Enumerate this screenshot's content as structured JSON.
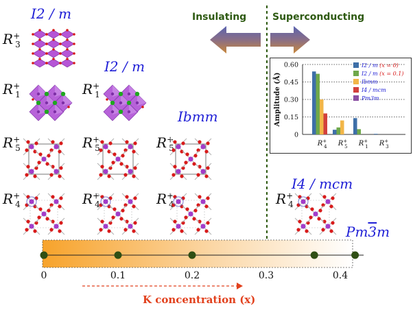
{
  "phases": {
    "i2m": "I2 / m",
    "ibmm": "Ibmm",
    "i4mcm": "I4 / mcm",
    "pm3m_prefix": "Pm",
    "pm3m_bar": "3",
    "pm3m_suffix": "m"
  },
  "irreps": {
    "r3": {
      "base": "R",
      "sup": "+",
      "sub": "3"
    },
    "r1": {
      "base": "R",
      "sup": "+",
      "sub": "1"
    },
    "r5": {
      "base": "R",
      "sup": "+",
      "sub": "5"
    },
    "r4": {
      "base": "R",
      "sup": "+",
      "sub": "4"
    }
  },
  "regions": {
    "insulating": "Insulating",
    "superconducting": "Superconducting"
  },
  "axis": {
    "title": "K concentration (x)",
    "ticks": [
      "0",
      "0.1",
      "0.2",
      "0.3",
      "0.4"
    ],
    "points": [
      0,
      0.1,
      0.2,
      0.365,
      0.42
    ],
    "boundary": 0.3
  },
  "colors": {
    "phase_label": "#1f1fd6",
    "region_label": "#2e5a12",
    "axis_title": "#e2411d",
    "gradient_start": "#f7a32b",
    "octahedron": "#a23cc9",
    "oxygen": "#d81b1b",
    "potassium_site": "#1fa81f",
    "point_fill": "#2f4f14"
  },
  "chart_data": {
    "type": "bar",
    "ylabel": "Amplitude (Å)",
    "ylim": [
      0,
      0.6
    ],
    "yticks": [
      "0",
      "0.15",
      "0.30",
      "0.45",
      "0.60"
    ],
    "categories": [
      "R4+",
      "R5+",
      "R1+",
      "R3+"
    ],
    "category_labels": [
      {
        "base": "R",
        "sup": "+",
        "sub": "4"
      },
      {
        "base": "R",
        "sup": "+",
        "sub": "5"
      },
      {
        "base": "R",
        "sup": "+",
        "sub": "1"
      },
      {
        "base": "R",
        "sup": "+",
        "sub": "3"
      }
    ],
    "series": [
      {
        "name": "I2 / m (x = 0)",
        "name_main": "I2 / m ",
        "name_x": "(x = 0)",
        "color": "#3e6fa8",
        "values": [
          0.54,
          0.04,
          0.14,
          0.005
        ]
      },
      {
        "name": "I2 / m (x = 0.1)",
        "name_main": "I2 / m ",
        "name_x": "(x = 0.1)",
        "color": "#6fa84a",
        "values": [
          0.52,
          0.06,
          0.045,
          0.0
        ]
      },
      {
        "name": "Ibmm",
        "name_main": "Ibmm",
        "name_x": "",
        "color": "#f2b648",
        "values": [
          0.3,
          0.12,
          0.0,
          0.0
        ]
      },
      {
        "name": "I4 / mcm",
        "name_main": "I4 / mcm",
        "name_x": "",
        "color": "#d2403c",
        "values": [
          0.18,
          0.0,
          0.0,
          0.0
        ]
      },
      {
        "name": "Pm3m",
        "name_main": "Pm3m",
        "name_x": "",
        "color": "#8a4fa3",
        "values": [
          0.0,
          0.0,
          0.0,
          0.0
        ]
      }
    ]
  }
}
